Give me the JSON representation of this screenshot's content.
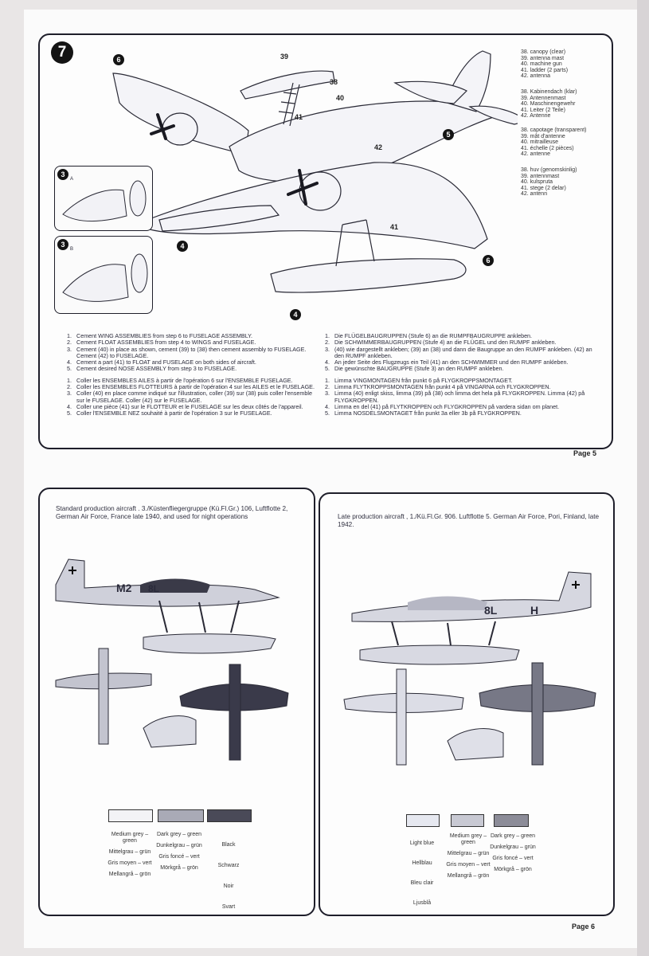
{
  "step": {
    "number": "7"
  },
  "callouts": {
    "c6": "6",
    "c5": "5",
    "c4": "4",
    "c3": "3",
    "sub_a": "A",
    "sub_b": "B"
  },
  "part_numbers": {
    "p39": "39",
    "p38": "38",
    "p40": "40",
    "p41": "41",
    "p42": "42"
  },
  "parts_legend": [
    [
      "38. canopy (clear)",
      "39. antenna mast",
      "40. machine gun",
      "41. ladder (2 parts)",
      "42. antenna"
    ],
    [
      "38. Kabinendach (klar)",
      "39. Antennenmast",
      "40. Maschinengewehr",
      "41. Leiter (2 Teile)",
      "42. Antenne"
    ],
    [
      "38. capotage (transparent)",
      "39. mât d'antenne",
      "40. mitrailleuse",
      "41. échelle (2 pièces)",
      "42. antenne"
    ],
    [
      "38. huv (genomskinlig)",
      "39. antennmast",
      "40. kulspruta",
      "41. stege (2 delar)",
      "42. antenn"
    ]
  ],
  "instructions": {
    "english": [
      {
        "n": "1.",
        "t": "Cement WING ASSEMBLIES from step 6 to FUSELAGE ASSEMBLY."
      },
      {
        "n": "2.",
        "t": "Cement FLOAT ASSEMBLIES from step 4 to WINGS and FUSELAGE."
      },
      {
        "n": "3.",
        "t": "Cement (40) in place as shown, cement (39) to (38) then cement assembly to FUSELAGE. Cement (42) to FUSELAGE."
      },
      {
        "n": "4.",
        "t": "Cement a part (41) to FLOAT and FUSELAGE on both sides of aircraft."
      },
      {
        "n": "5.",
        "t": "Cement desired NOSE ASSEMBLY from step 3 to FUSELAGE."
      }
    ],
    "french": [
      {
        "n": "1.",
        "t": "Coller les ENSEMBLES AILES à partir de l'opération 6 sur l'ENSEMBLE FUSELAGE."
      },
      {
        "n": "2.",
        "t": "Coller les ENSEMBLES FLOTTEURS à partir de l'opération 4 sur les AILES et le FUSELAGE."
      },
      {
        "n": "3.",
        "t": "Coller (40) en place comme indiqué sur l'illustration, coller (39) sur (38) puis coller l'ensemble sur le FUSELAGE. Coller (42) sur le FUSELAGE."
      },
      {
        "n": "4.",
        "t": "Coller une pièce (41) sur le FLOTTEUR et le FUSELAGE sur les deux côtés de l'appareil."
      },
      {
        "n": "5.",
        "t": "Coller l'ENSEMBLE NEZ souhaité à partir de l'opération 3 sur le FUSELAGE."
      }
    ],
    "german": [
      {
        "n": "1.",
        "t": "Die FLÜGELBAUGRUPPEN (Stufe 6) an die RUMPFBAUGRUPPE ankleben."
      },
      {
        "n": "2.",
        "t": "Die SCHWIMMERBAUGRUPPEN (Stufe 4) an die FLÜGEL und den RUMPF ankleben."
      },
      {
        "n": "3.",
        "t": "(40) wie dargestellt ankleben; (39) an (38) und dann die Baugruppe an den RUMPF ankleben. (42) an den RUMPF ankleben."
      },
      {
        "n": "4.",
        "t": "An jeder Seite des Flugzeugs ein Teil (41) an den SCHWIMMER und den RUMPF ankleben."
      },
      {
        "n": "5.",
        "t": "Die gewünschte BAUGRUPPE (Stufe 3) an den RUMPF ankleben."
      }
    ],
    "swedish": [
      {
        "n": "1.",
        "t": "Limma VINGMONTAGEN från punkt 6 på FLYGKROPPSMONTAGET."
      },
      {
        "n": "2.",
        "t": "Limma FLYTKROPPSMONTAGEN från punkt 4 på VINGARNA och FLYGKROPPEN."
      },
      {
        "n": "3.",
        "t": "Limma (40) enligt skiss, limma (39) på (38) och limma det hela på FLYGKROPPEN. Limma (42) på FLYGKROPPEN."
      },
      {
        "n": "4.",
        "t": "Limma en del (41) på FLYTKROPPEN och FLYGKROPPEN på vardera sidan om planet."
      },
      {
        "n": "5.",
        "t": "Limma NOSDELSMONTAGET från punkt 3a eller 3b på FLYGKROPPEN."
      }
    ]
  },
  "page_top": "Page 5",
  "page_bottom": "Page 6",
  "left_scheme": {
    "caption": "Standard production aircraft . 3./Küstenfliegergruppe (Kü.Fl.Gr.) 106, Luftflotte 2, German Air Force, France late 1940, and used for night operations",
    "code": "M2",
    "code2": "8L",
    "colors": [
      {
        "hex": "#f3f3f6",
        "names": [
          "Medium grey – green",
          "Mittelgrau – grün",
          "Gris moyen – vert",
          "Mellangrå – grön"
        ]
      },
      {
        "hex": "#a9aab6",
        "names": [
          "Dark grey – green",
          "Dunkelgrau – grün",
          "Gris foncé – vert",
          "Mörkgrå – grön"
        ]
      },
      {
        "hex": "#4a4a58",
        "names": [
          "Black",
          "Schwarz",
          "Noir",
          "Svart"
        ]
      }
    ]
  },
  "right_scheme": {
    "caption": "Late production aircraft , 1./Kü.Fl.Gr. 906. Luftflotte 5. German Air Force, Pori, Finland, late 1942.",
    "code": "8L",
    "code2": "H",
    "colors": [
      {
        "hex": "#e6e8f0",
        "names": [
          "Light blue",
          "Hellblau",
          "Bleu clair",
          "Ljusblå"
        ]
      },
      {
        "hex": "#c8c9d3",
        "names": [
          "Medium grey – green",
          "Mittelgrau – grün",
          "Gris moyen – vert",
          "Mellangrå – grön"
        ]
      },
      {
        "hex": "#8c8c98",
        "names": [
          "Dark grey – green",
          "Dunkelgrau – grün",
          "Gris foncé – vert",
          "Mörkgrå – grön"
        ]
      }
    ]
  }
}
